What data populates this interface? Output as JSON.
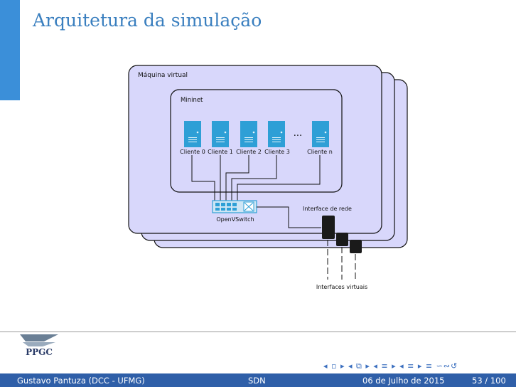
{
  "slide": {
    "title": "Arquitetura da simulação"
  },
  "diagram": {
    "vm_label": "Máquina virtual",
    "mininet_label": "Mininet",
    "hosts": [
      "Cliente 0",
      "Cliente 1",
      "Cliente 2",
      "Cliente 3",
      "Cliente n"
    ],
    "ellipsis": "...",
    "switch_label": "OpenVSwitch",
    "interface_label": "Interface de rede",
    "virtual_interfaces_label": "Interfaces virtuais"
  },
  "footer": {
    "author": "Gustavo Pantuza (DCC - UFMG)",
    "short_title": "SDN",
    "date": "06 de Julho de 2015",
    "page": "53 / 100",
    "logo_text": "PPGC",
    "nav_glyphs": "◂ ▫ ▸ ◂ ⧉ ▸ ◂ ≡ ▸ ◂ ≡ ▸ ≡ ∽∾↺"
  },
  "colors": {
    "accent": "#3b8fd9",
    "vm_fill": "#d8d7fb",
    "server": "#2e9fd6",
    "footer": "#2f5fa8"
  }
}
